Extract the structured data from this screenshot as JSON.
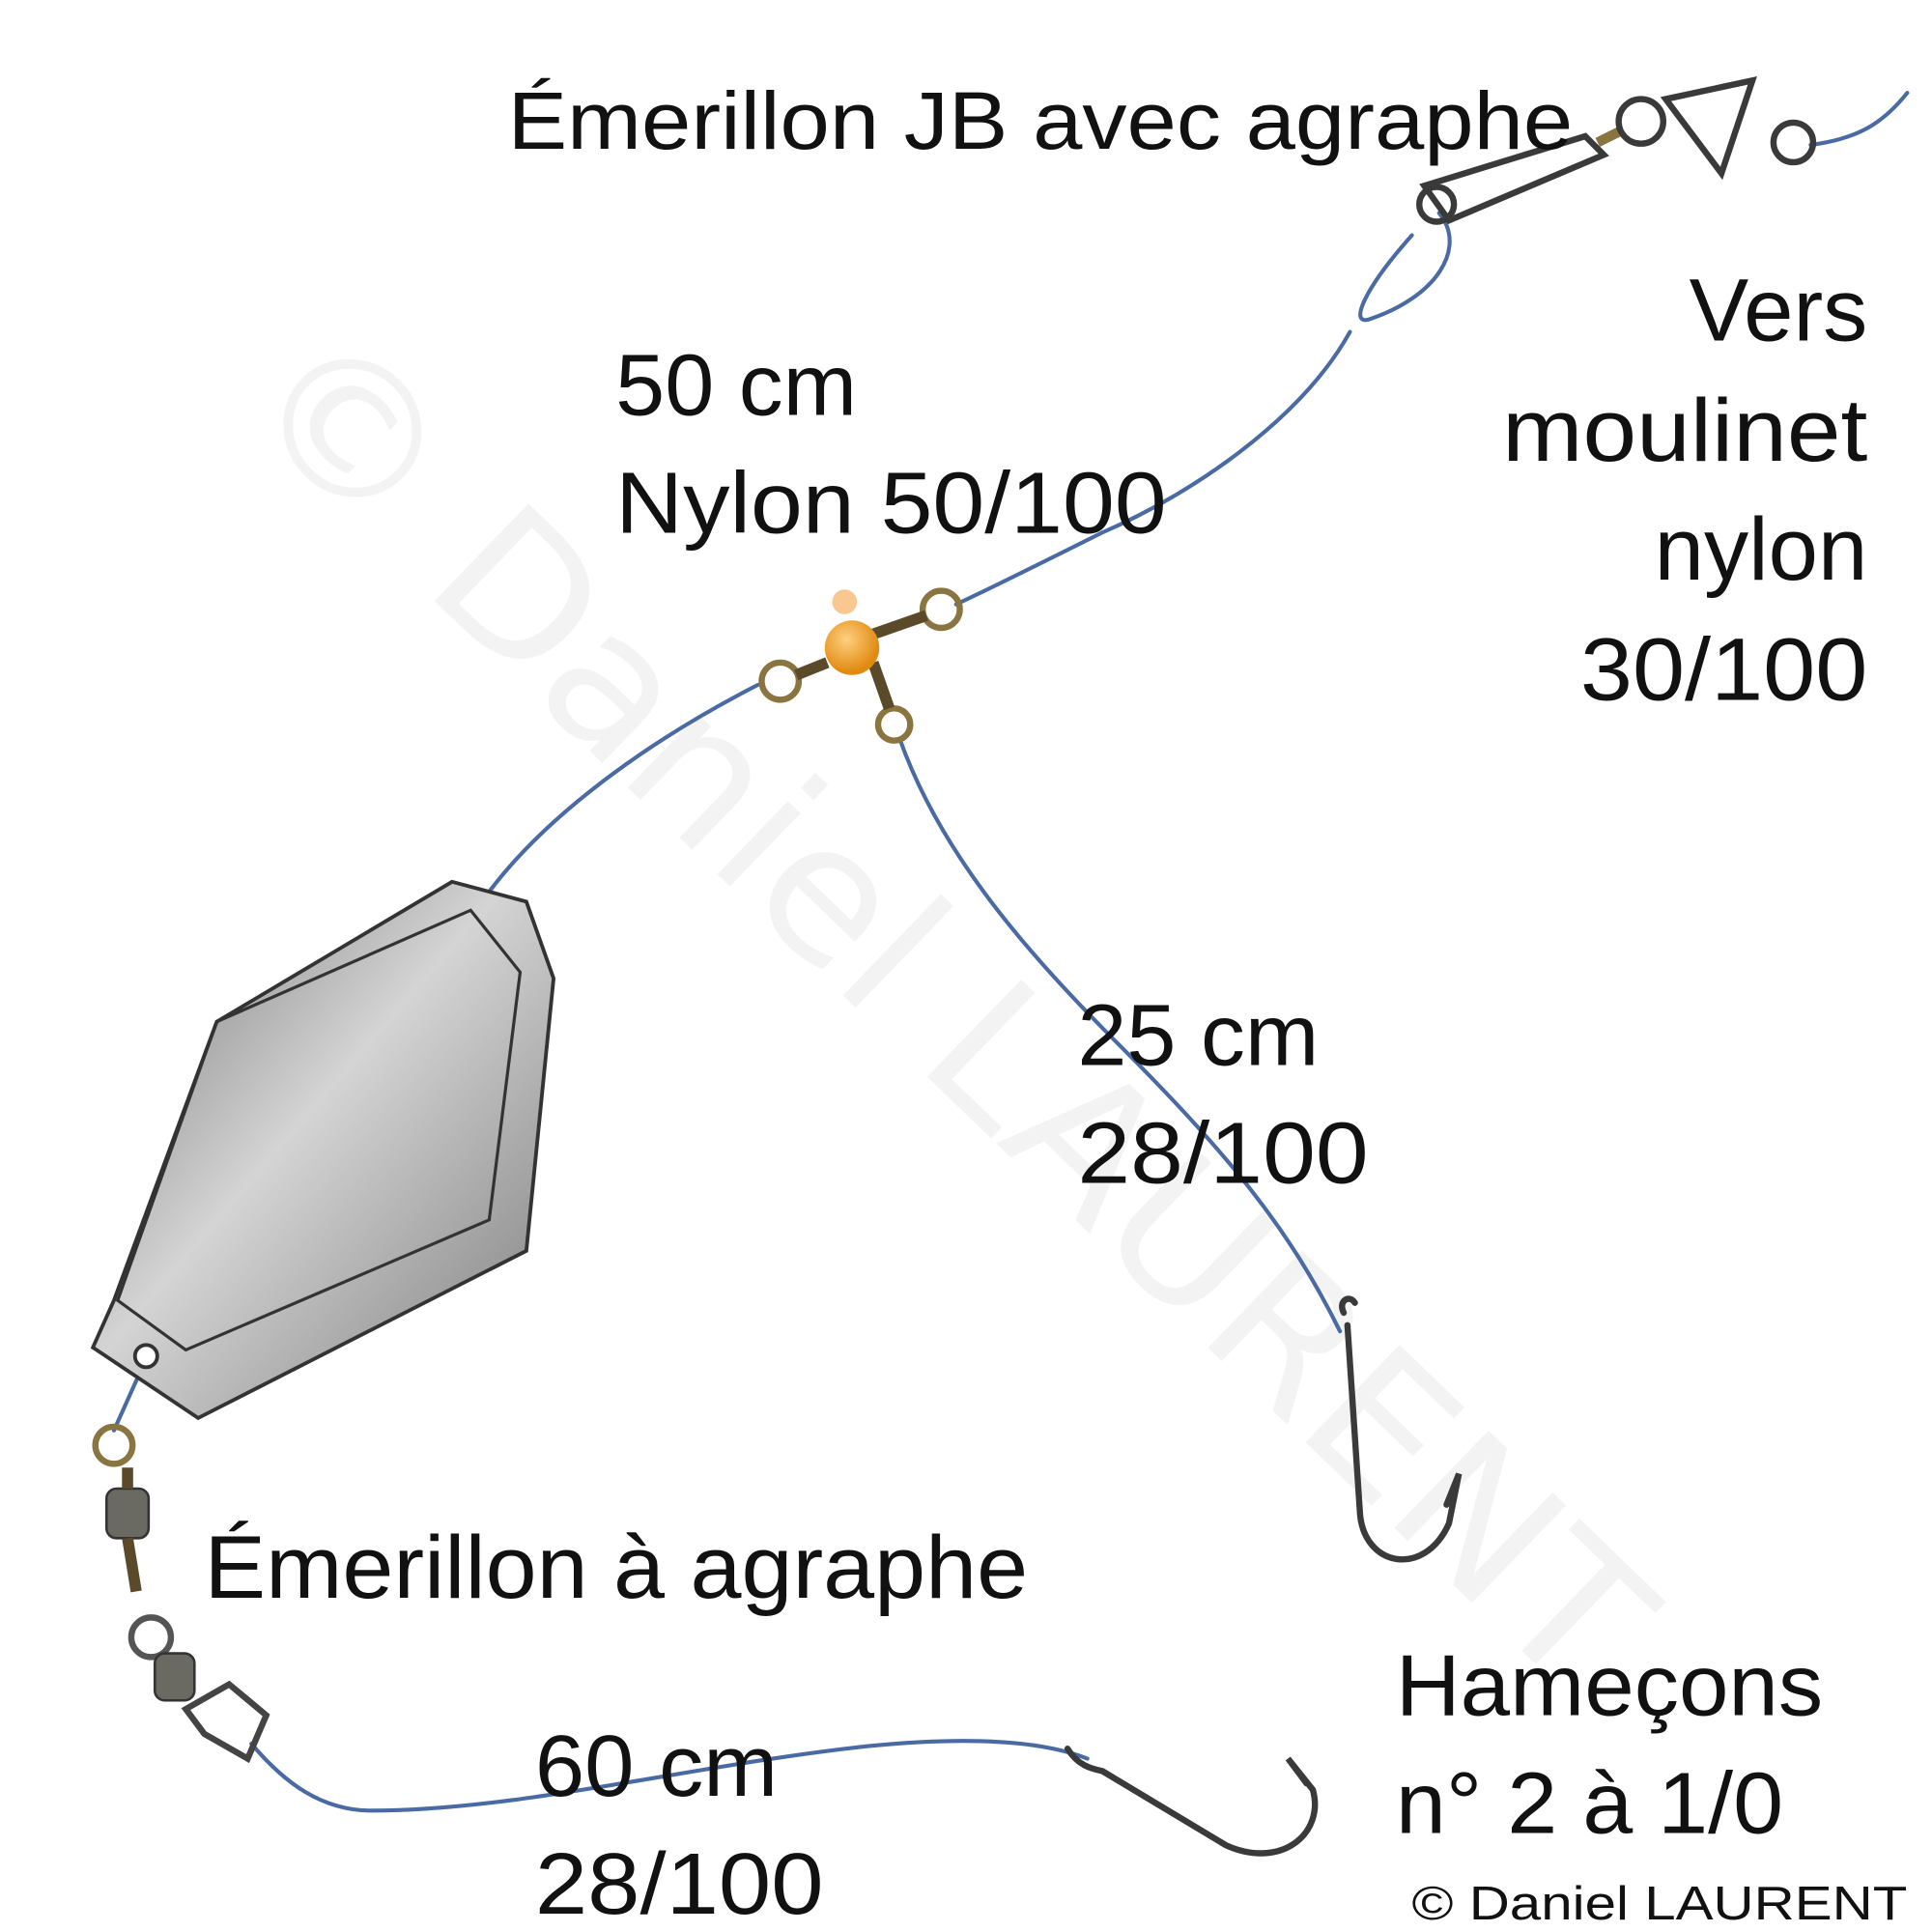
{
  "labels": {
    "snap_swivel_top": "Émerillon JB avec agraphe",
    "main_line": [
      "Vers",
      "moulinet",
      "nylon",
      "30/100"
    ],
    "upper_leader": [
      "50 cm",
      "Nylon 50/100"
    ],
    "dropper": [
      "25 cm",
      "28/100"
    ],
    "snap_swivel_bottom": "Émerillon à agraphe",
    "bottom_leader": [
      "60 cm",
      "28/100"
    ],
    "hooks": [
      "Hameçons",
      "n° 2 à 1/0"
    ]
  },
  "copyright": "© Daniel LAURENT",
  "watermark": "© Daniel LAURENT",
  "colors": {
    "line": "#4a6aa3",
    "bead": "#f0a030",
    "lead": "#9a9a9a",
    "brass": "#8a7440"
  }
}
